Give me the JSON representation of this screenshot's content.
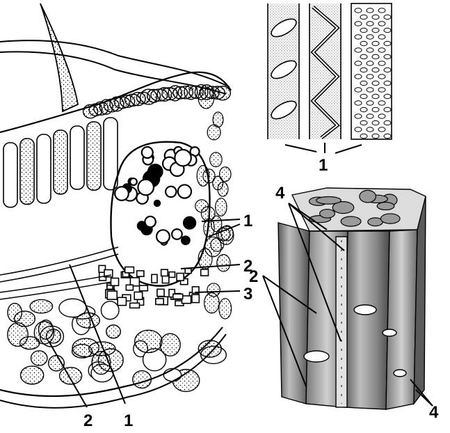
{
  "labels": {
    "left_1_upper": "1",
    "left_2_right": "2",
    "left_3": "3",
    "left_2_bottom": "2",
    "left_1_bottom": "1",
    "top_right_1": "1",
    "right_4_top": "4",
    "right_2": "2",
    "right_4_bottom": "4"
  },
  "colors": {
    "ink": "#000000",
    "paper": "#ffffff",
    "shade": "#6f6f6f",
    "light_shade": "#a8a8a8"
  }
}
